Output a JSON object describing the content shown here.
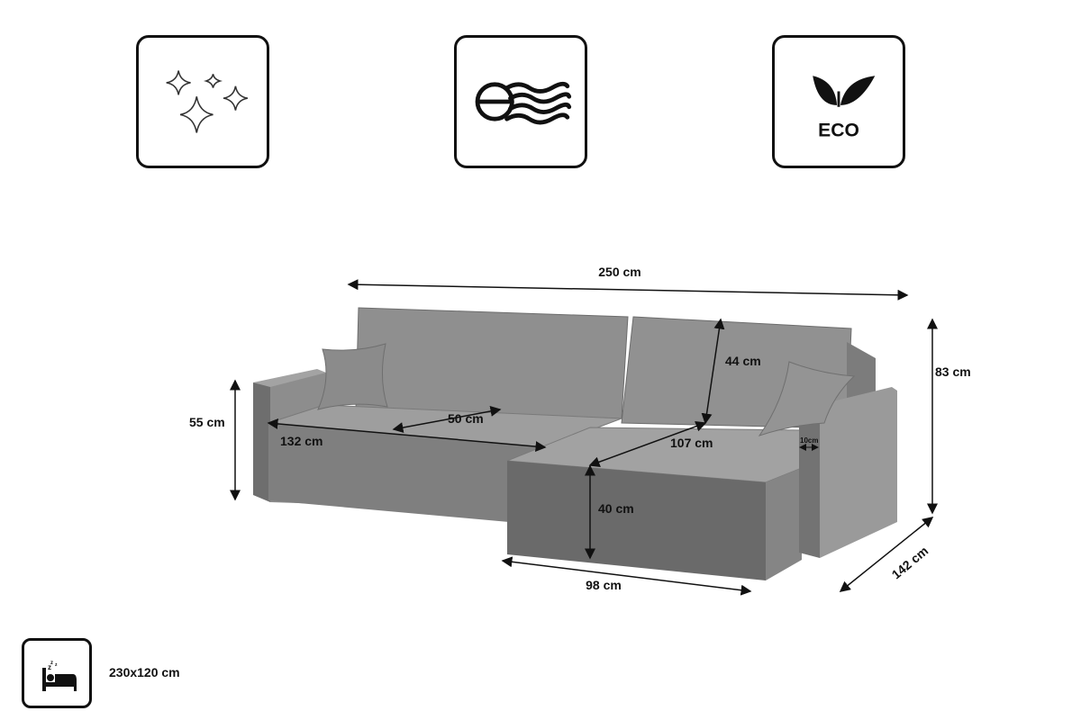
{
  "features": [
    {
      "icon": "sparkles-icon",
      "label": ""
    },
    {
      "icon": "wave-resistance-icon",
      "label": ""
    },
    {
      "icon": "eco-leaf-icon",
      "label": "ECO"
    }
  ],
  "dimensions": {
    "total_width": "250 cm",
    "total_height": "83 cm",
    "armrest_height": "55 cm",
    "chaise_depth": "142 cm",
    "chaise_width": "98 cm",
    "seat_height": "40 cm",
    "chaise_length": "107 cm",
    "backrest_height": "44 cm",
    "seat_depth": "50 cm",
    "seat_width": "132 cm",
    "armrest_width": "10cm"
  },
  "sleeping_area": {
    "icon": "bed-icon",
    "label": "230x120 cm"
  },
  "colors": {
    "line": "#111111",
    "sofa": "#8a8a8a",
    "sofa_dark": "#5f5f5f",
    "sofa_light": "#a8a8a8"
  }
}
